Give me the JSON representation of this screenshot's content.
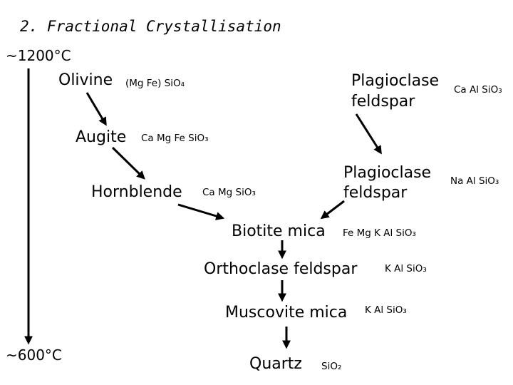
{
  "title": "2. Fractional Crystallisation",
  "temperatures": {
    "top": "~1200°C",
    "bottom": "~600°C"
  },
  "minerals": {
    "olivine": {
      "name": "Olivine",
      "formula": "(Mg Fe) SiO₄"
    },
    "augite": {
      "name": "Augite",
      "formula": "Ca Mg Fe SiO₃"
    },
    "hornblende": {
      "name": "Hornblende",
      "formula": "Ca Mg SiO₃"
    },
    "plagioclase_ca": {
      "line1": "Plagioclase",
      "line2": "feldspar",
      "formula": "Ca Al SiO₃"
    },
    "plagioclase_na": {
      "line1": "Plagioclase",
      "line2": "feldspar",
      "formula": "Na Al SiO₃"
    },
    "biotite": {
      "name": "Biotite mica",
      "formula": "Fe Mg K Al SiO₃"
    },
    "orthoclase": {
      "name": "Orthoclase feldspar",
      "formula": "K Al SiO₃"
    },
    "muscovite": {
      "name": "Muscovite mica",
      "formula": "K Al SiO₃"
    },
    "quartz": {
      "name": "Quartz",
      "formula": "SiO₂"
    }
  }
}
